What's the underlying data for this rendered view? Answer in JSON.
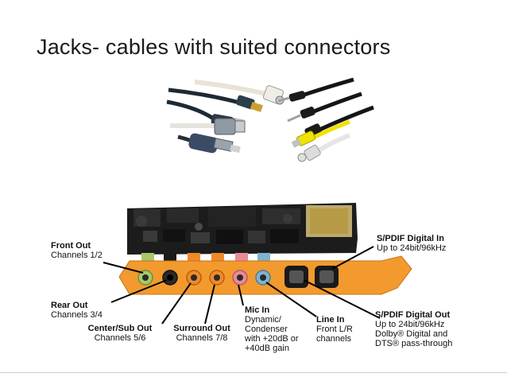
{
  "slide": {
    "title": "Jacks- cables with suited connectors"
  },
  "callouts": [
    {
      "id": "front-out",
      "title": "Front Out",
      "lines": [
        "Channels 1/2"
      ]
    },
    {
      "id": "rear-out",
      "title": "Rear Out",
      "lines": [
        "Channels 3/4"
      ]
    },
    {
      "id": "center-sub-out",
      "title": "Center/Sub Out",
      "lines": [
        "Channels 5/6"
      ]
    },
    {
      "id": "surround-out",
      "title": "Surround Out",
      "lines": [
        "Channels 7/8"
      ]
    },
    {
      "id": "mic-in",
      "title": "Mic In",
      "lines": [
        "Dynamic/",
        "Condenser",
        "with +20dB or",
        "+40dB gain"
      ]
    },
    {
      "id": "line-in",
      "title": "Line In",
      "lines": [
        "Front L/R",
        "channels"
      ]
    },
    {
      "id": "spdif-in",
      "title": "S/PDIF Digital In",
      "lines": [
        "Up to 24bit/96kHz"
      ]
    },
    {
      "id": "spdif-out",
      "title": "S/PDIF Digital Out",
      "lines": [
        "Up to 24bit/96kHz",
        "Dolby® Digital and",
        "DTS® pass-through"
      ]
    }
  ],
  "colors": {
    "bracket": "#f29a2e",
    "pcb": "#1c1c1c",
    "jack_green": "#a8c96a",
    "jack_black": "#2a2a2a",
    "jack_orange": "#ef8a2a",
    "jack_pink": "#e98a98",
    "jack_blue": "#7fb3cf",
    "cable_yellow": "#f2e200"
  }
}
